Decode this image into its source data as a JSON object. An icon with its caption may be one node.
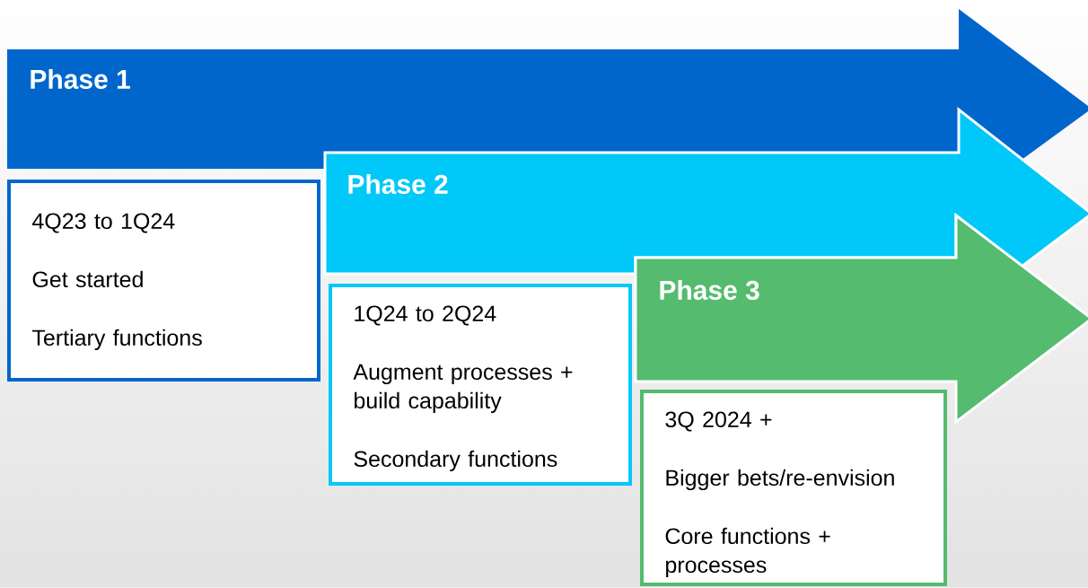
{
  "diagram": {
    "nodes": [
      {
        "text": [
          "Phase 1"
        ]
      },
      {
        "text": [
          "4Q23 to 1Q24",
          "Get started",
          "Tertiary functions"
        ]
      },
      {
        "text": [
          "Phase 2"
        ]
      },
      {
        "text": [
          "1Q24 to 2Q24",
          "Augment processes + build capability",
          "Secondary functions"
        ]
      },
      {
        "text": [
          "Phase 3"
        ]
      },
      {
        "text": [
          "3Q 2024 +",
          "Bigger bets/re-envision",
          "Core functions + processes"
        ]
      }
    ]
  }
}
